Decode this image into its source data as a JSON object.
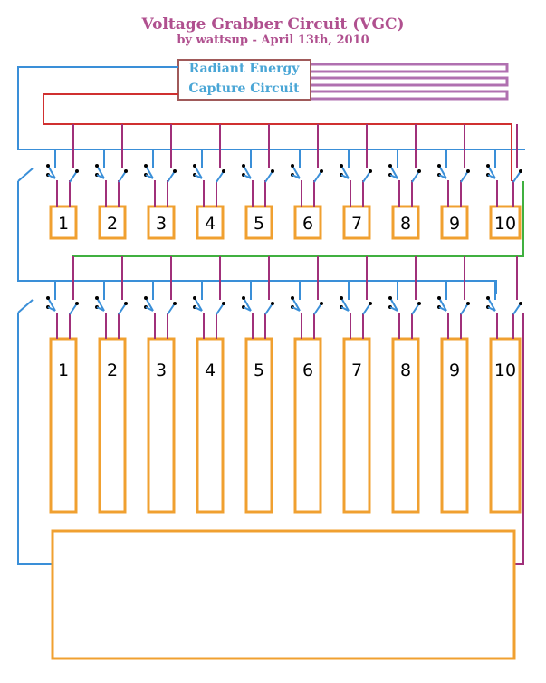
{
  "title": "Voltage Grabber Circuit (VGC)",
  "subtitle": "by wattsup - April 13th, 2010",
  "recapture_box": {
    "line1": "Radiant Energy",
    "line2": "Capture Circuit"
  },
  "top_bank_labels": [
    "1",
    "2",
    "3",
    "4",
    "5",
    "6",
    "7",
    "8",
    "9",
    "10"
  ],
  "bottom_bank_labels": [
    "1",
    "2",
    "3",
    "4",
    "5",
    "6",
    "7",
    "8",
    "9",
    "10"
  ],
  "colors": {
    "title": "#b0508f",
    "recapture_text": "#4aa6d6",
    "blue_wire": "#3a8fd8",
    "red_wire": "#d03030",
    "purple_wire": "#a0307a",
    "green_wire": "#40b040",
    "orange_box": "#f0a030",
    "lavender_lead": "#b070b0",
    "switch_dot": "#000000"
  }
}
